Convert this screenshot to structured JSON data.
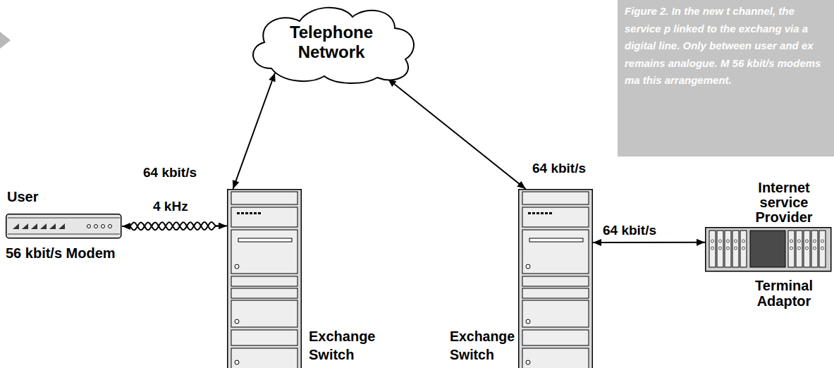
{
  "diagram": {
    "caption": "Figure 2. In the new t channel, the service p linked to the exchang via a digital line. Only between user and ex remains analogue. M 56 kbit/s modems ma this arrangement.",
    "nodes": [
      {
        "text": [
          "Telephone Network"
        ]
      },
      {
        "text": [
          "User",
          "56 kbit/s Modem"
        ]
      },
      {
        "text": [
          "Exchange Switch"
        ]
      },
      {
        "text": [
          "Exchange Switch"
        ]
      },
      {
        "text": [
          "Internet service Provider",
          "Terminal Adaptor"
        ]
      }
    ],
    "edges": [
      {
        "from": 0,
        "to": 2,
        "label": "64 kbit/s",
        "arrow": "both"
      },
      {
        "from": 0,
        "to": 3,
        "label": "64 kbit/s",
        "arrow": "both"
      },
      {
        "from": 1,
        "to": 2,
        "label": "4 kHz",
        "arrow": "both"
      },
      {
        "from": 3,
        "to": 4,
        "label": "64 kbit/s",
        "arrow": "both"
      }
    ]
  }
}
